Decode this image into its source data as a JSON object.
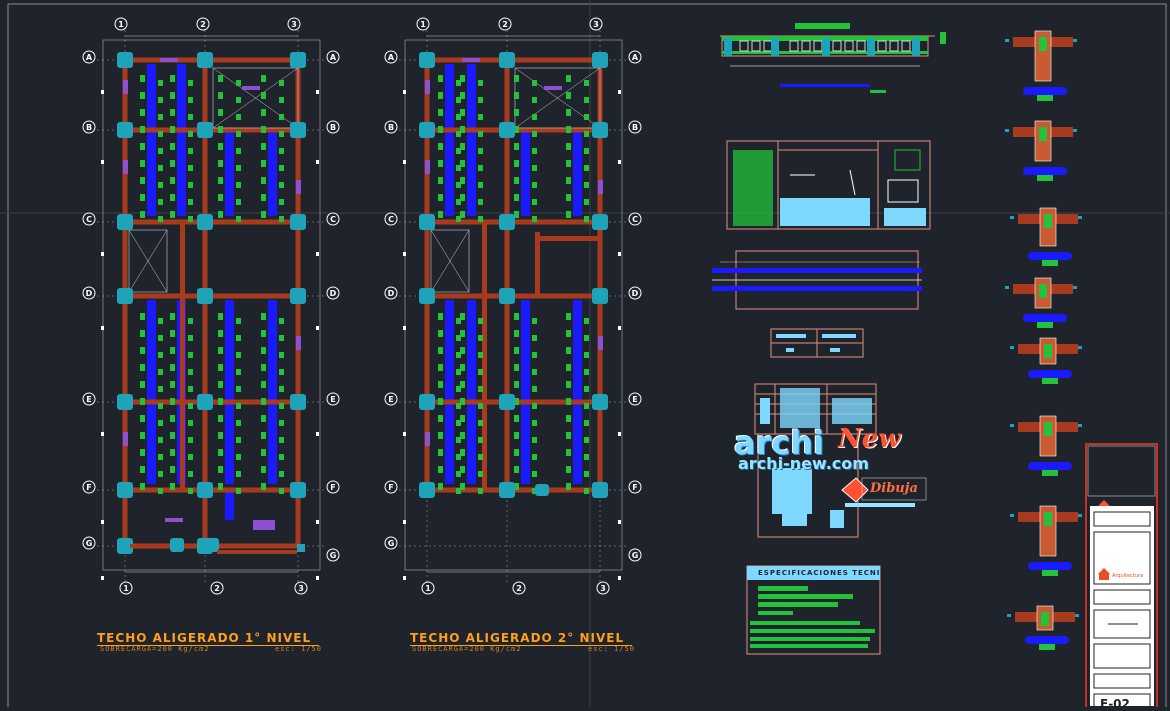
{
  "plans": [
    {
      "title": "TECHO ALIGERADO 1° NIVEL",
      "load": "SOBRECARGA=200 Kg/cm2",
      "scale": "esc: 1/50"
    },
    {
      "title": "TECHO ALIGERADO 2° NIVEL",
      "load": "SOBRECARGA=200 Kg/cm2",
      "scale": "esc: 1/50"
    }
  ],
  "axes": {
    "columns": [
      "1",
      "2",
      "3"
    ],
    "rows": [
      "A",
      "B",
      "C",
      "D",
      "E",
      "F",
      "G"
    ]
  },
  "specs_title": "ESPECIFICACIONES TECNICAS",
  "watermark": {
    "brand": "archi",
    "accent": "New",
    "url": "archi-new.com",
    "logo_text": "Dibuja"
  },
  "sheet": {
    "number": "E-02",
    "firm": "Arquitectura"
  },
  "colors": {
    "background": "#1f242c",
    "beam": "#a83a1e",
    "joist": "#1a1aff",
    "column": "#1fa3b8",
    "rebar": "#22c23a",
    "accent": "#8f4fd1",
    "grid": "#c8c8c8",
    "title": "#ff9f1c"
  }
}
